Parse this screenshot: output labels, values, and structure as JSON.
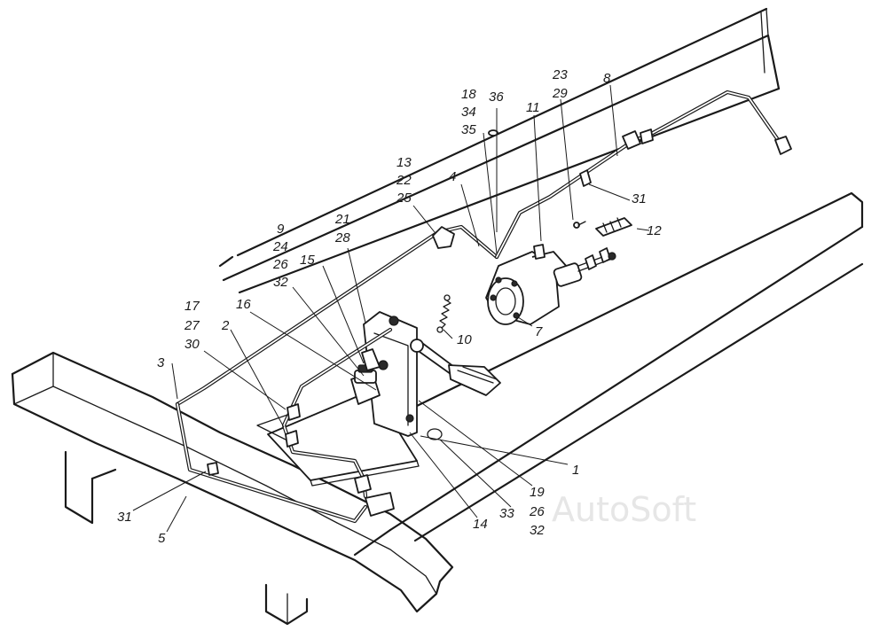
{
  "labels": {
    "l1": "1",
    "l2": "2",
    "l3": "3",
    "l4": "4",
    "l5": "5",
    "l7": "7",
    "l8": "8",
    "l9": "9",
    "l24": "24",
    "l26a": "26",
    "l32a": "32",
    "l10": "10",
    "l11": "11",
    "l12": "12",
    "l13": "13",
    "l22": "22",
    "l25": "25",
    "l14": "14",
    "l15": "15",
    "l16": "16",
    "l17": "17",
    "l27": "27",
    "l30": "30",
    "l18": "18",
    "l34": "34",
    "l35": "35",
    "l19": "19",
    "l26b": "26",
    "l32b": "32",
    "l21": "21",
    "l28": "28",
    "l23": "23",
    "l29": "29",
    "l31a": "31",
    "l31b": "31",
    "l33": "33",
    "l36": "36"
  },
  "watermark": "AutoSoft"
}
